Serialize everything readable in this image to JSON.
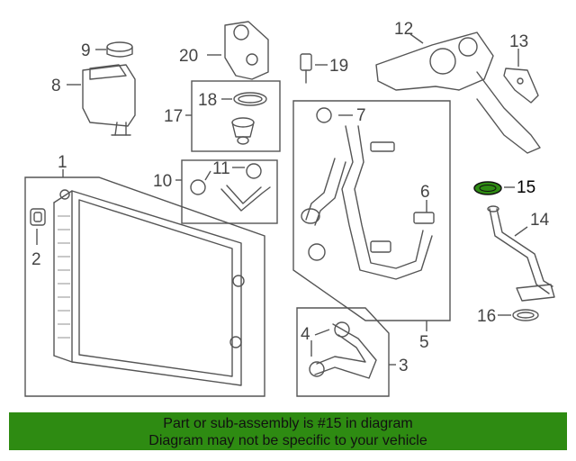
{
  "callouts": {
    "c1": "1",
    "c2": "2",
    "c3": "3",
    "c4": "4",
    "c5": "5",
    "c6": "6",
    "c7": "7",
    "c8": "8",
    "c9": "9",
    "c10": "10",
    "c11": "11",
    "c12": "12",
    "c13": "13",
    "c14": "14",
    "c15": "15",
    "c16": "16",
    "c17": "17",
    "c18": "18",
    "c19": "19",
    "c20": "20"
  },
  "highlighted_part": "15",
  "colors": {
    "highlight_fill": "#2e8b12",
    "banner_bg": "#2e8b12",
    "line": "#555555"
  },
  "banner": {
    "line1": "Part or sub-assembly is #15 in diagram",
    "line2": "Diagram may not be specific to your vehicle"
  }
}
